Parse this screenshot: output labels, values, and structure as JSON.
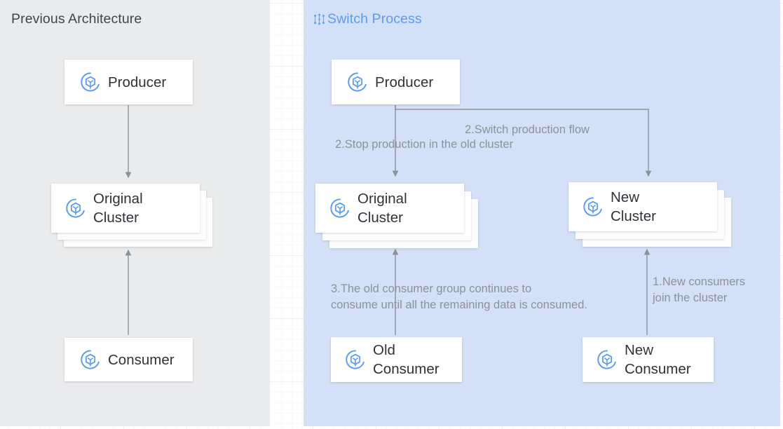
{
  "panels": {
    "left": {
      "title": "Previous Architecture",
      "bg": "#eaebec",
      "nodes": {
        "producer": "Producer",
        "cluster": "Original\nCluster",
        "consumer": "Consumer"
      }
    },
    "right": {
      "title": "Switch Process",
      "title_color": "#5b9bf0",
      "bg": "#d3e0f7",
      "icon": "switch-process-icon",
      "nodes": {
        "producer": "Producer",
        "original_cluster": "Original\nCluster",
        "new_cluster": "New\nCluster",
        "old_consumer": "Old\nConsumer",
        "new_consumer": "New\nConsumer"
      },
      "captions": {
        "switch_production_flow": "2.Switch production flow",
        "stop_production": "2.Stop production in the old cluster",
        "old_consumer_group": "3.The old consumer group continues to\nconsume until all the remaining data is consumed.",
        "new_consumers_join": "1.New consumers\njoin the cluster"
      }
    }
  },
  "colors": {
    "accent": "#5b9bf0",
    "node_text": "#2f3338",
    "caption_text": "#8e9298",
    "connector": "#8d9298",
    "node_bg": "#ffffff",
    "page_bg": "#ffffff"
  },
  "icons": {
    "node_icon": "cluster-cube-icon",
    "header_icon": "switch-process-icon"
  }
}
